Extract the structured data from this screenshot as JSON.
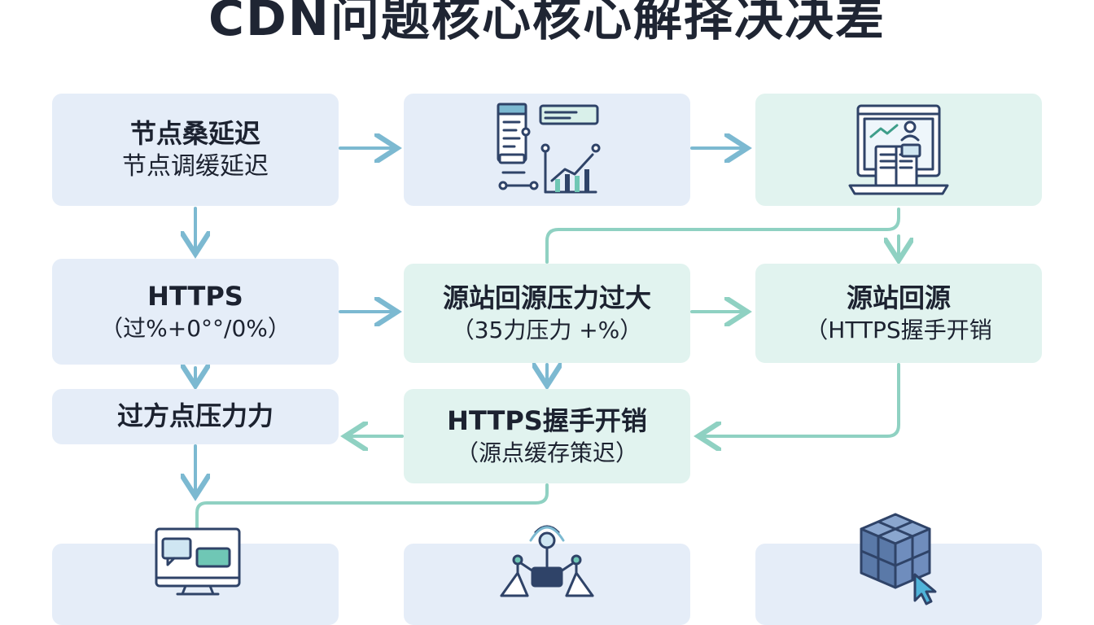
{
  "title": "CDN问题核心核心解择决决差",
  "nodes": {
    "edge_latency": {
      "line1": "节点桑延迟",
      "line2": "节点调缓延迟"
    },
    "https": {
      "line1": "HTTPS",
      "line2": "（过%+0°°/0%）"
    },
    "origin_pressure": {
      "line1": "源站回源压力过大",
      "line2": "（35力压力 +%）"
    },
    "origin_back": {
      "line1": "源站回源",
      "line2": "（HTTPS握手开销"
    },
    "over_node": {
      "line1": "过方点压力力"
    },
    "handshake": {
      "line1": "HTTPS握手开销",
      "line2": "（源点缓存策迟）"
    }
  },
  "icons": {
    "analytics_dashboard": "analytics-dashboard-icon",
    "laptop_report": "laptop-report-icon",
    "monitor_chat": "monitor-chat-icon",
    "network_hierarchy": "network-hierarchy-icon",
    "cube_cursor": "cube-cursor-icon"
  },
  "colors": {
    "box_blue": "#e5edf8",
    "box_mint": "#e1f3ef",
    "arrow_blue": "#7cb9d1",
    "arrow_mint": "#8fd1c2",
    "icon_navy": "#2f4368",
    "icon_teal": "#6fc7b5"
  }
}
